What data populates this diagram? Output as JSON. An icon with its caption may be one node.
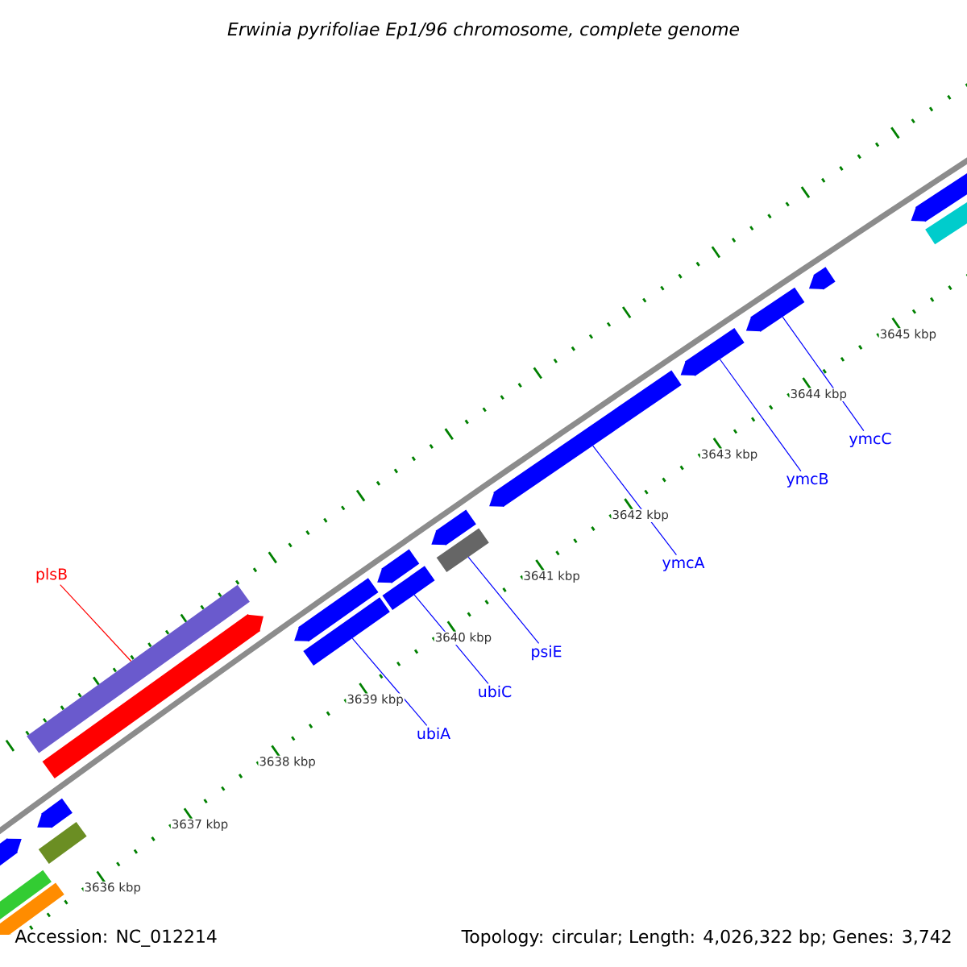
{
  "diagram": {
    "title": "Erwinia pyrifoliae Ep1/96 chromosome, complete genome",
    "nodes": [
      {
        "text": [
          "plsB"
        ]
      },
      {
        "text": [
          "ubiA"
        ]
      },
      {
        "text": [
          "ubiC"
        ]
      },
      {
        "text": [
          "psiE"
        ]
      },
      {
        "text": [
          "ymcA"
        ]
      },
      {
        "text": [
          "ymcB"
        ]
      },
      {
        "text": [
          "ymcC"
        ]
      },
      {
        "text": [],
        "shape": "bar"
      },
      {
        "text": [],
        "shape": "bar"
      },
      {
        "text": [],
        "shape": "pentagon"
      },
      {
        "text": [],
        "shape": "bar"
      },
      {
        "text": [],
        "shape": "pentagon"
      },
      {
        "text": [],
        "shape": "bar"
      },
      {
        "text": [],
        "shape": "pentagon"
      },
      {
        "text": [],
        "shape": "pentagon"
      },
      {
        "text": [],
        "shape": "bar"
      },
      {
        "text": [],
        "shape": "pentagon"
      },
      {
        "text": [],
        "shape": "bar"
      },
      {
        "text": [],
        "shape": "bar"
      },
      {
        "text": [],
        "shape": "pentagon"
      },
      {
        "text": [],
        "shape": "pentagon"
      },
      {
        "text": [],
        "shape": "pentagon"
      },
      {
        "text": [],
        "shape": "pentagon"
      },
      {
        "text": [],
        "shape": "pentagon"
      },
      {
        "text": [],
        "shape": "pentagon"
      },
      {
        "text": [],
        "shape": "bar"
      }
    ],
    "edges": [
      {
        "from": 0,
        "to": 12,
        "arrow": "none",
        "color": "#ff0000"
      },
      {
        "from": 1,
        "to": 15,
        "arrow": "none"
      },
      {
        "from": 2,
        "to": 17,
        "arrow": "none"
      },
      {
        "from": 3,
        "to": 18,
        "arrow": "none"
      },
      {
        "from": 4,
        "to": 20,
        "arrow": "none"
      },
      {
        "from": 5,
        "to": 21,
        "arrow": "none"
      },
      {
        "from": 6,
        "to": 22,
        "arrow": "none"
      }
    ],
    "labels": [
      "3636 kbp",
      "3637 kbp",
      "3638 kbp",
      "3639 kbp",
      "3640 kbp",
      "3641 kbp",
      "3642 kbp",
      "3643 kbp",
      "3644 kbp",
      "3645 kbp",
      "Accession: NC_012214",
      "Topology: circular; Length: 4,026,322 bp; Genes: 3,742"
    ]
  }
}
